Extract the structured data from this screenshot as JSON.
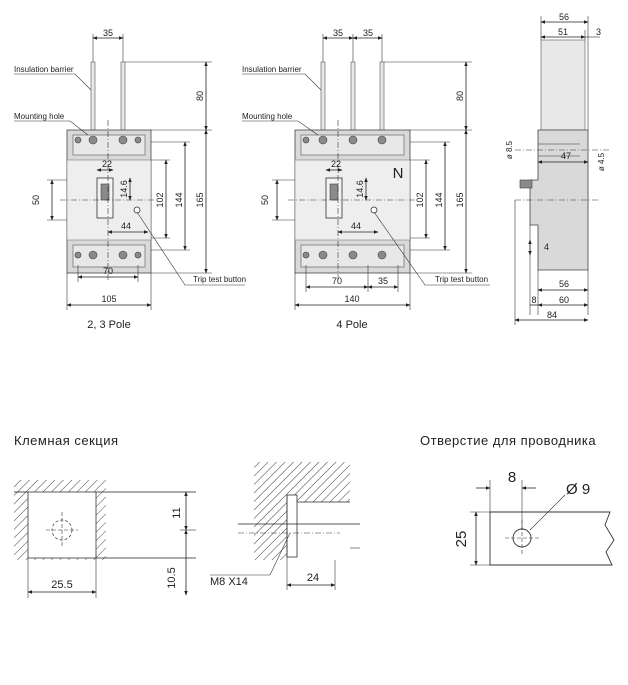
{
  "views": {
    "pole3": {
      "caption": "2, 3 Pole",
      "dims": {
        "top": "35",
        "barrier_h": "80",
        "d22": "22",
        "d14_6": "14.6",
        "d102": "102",
        "d144": "144",
        "d165": "165",
        "d44": "44",
        "d50": "50",
        "d70": "70",
        "d105": "105"
      },
      "labels": {
        "insulation": "Insulation barrier",
        "mounting": "Mounting hole",
        "trip": "Trip test button"
      }
    },
    "pole4": {
      "caption": "4 Pole",
      "neutral": "N",
      "dims": {
        "top1": "35",
        "top2": "35",
        "barrier_h": "80",
        "d22": "22",
        "d14_6": "14.6",
        "d102": "102",
        "d144": "144",
        "d165": "165",
        "d44": "44",
        "d50": "50",
        "d70": "70",
        "d35": "35",
        "d140": "140"
      },
      "labels": {
        "insulation": "Insulation barrier",
        "mounting": "Mounting hole",
        "trip": "Trip test button"
      }
    },
    "side": {
      "dims": {
        "d56top": "56",
        "d51": "51",
        "d3": "3",
        "d8_5": "ø 8.5",
        "d47": "47",
        "d4_5": "ø 4.5",
        "d4": "4",
        "d56": "56",
        "d8": "8",
        "d60": "60",
        "d84": "84"
      }
    }
  },
  "terminal": {
    "title": "Клемная секция",
    "dims": {
      "w": "25.5",
      "h11": "11",
      "h10_5": "10.5",
      "screw": "M8 X14",
      "d24": "24"
    }
  },
  "hole": {
    "title": "Отверстие для проводника",
    "dims": {
      "d8": "8",
      "dia": "Ø 9",
      "d25": "25"
    }
  }
}
